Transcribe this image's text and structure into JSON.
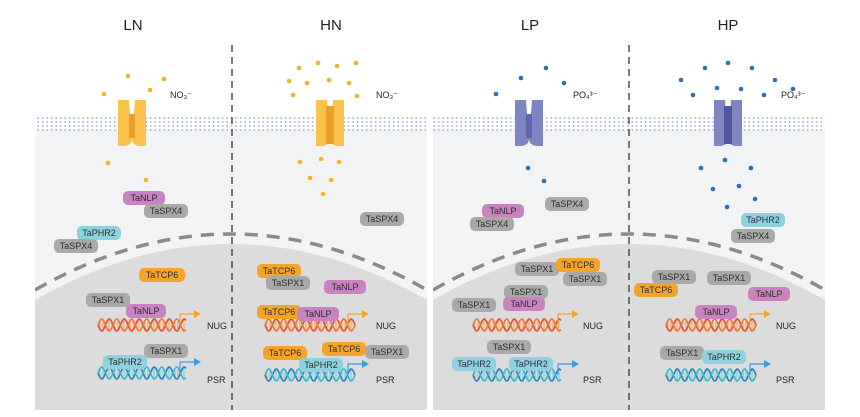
{
  "panels": [
    {
      "title": "LN",
      "ion": "NO₃⁻",
      "cyto": [
        {
          "label": "TaNLP",
          "kind": "NLP"
        },
        {
          "label": "TaSPX4",
          "kind": "SPX"
        },
        {
          "label": "TaPHR2",
          "kind": "PHR"
        },
        {
          "label": "TaSPX4",
          "kind": "SPX"
        }
      ],
      "nuc": [
        {
          "label": "TaTCP6",
          "kind": "TCP"
        },
        {
          "label": "TaSPX1",
          "kind": "SPX"
        },
        {
          "label": "TaNLP",
          "kind": "NLP"
        },
        {
          "label": "TaSPX1",
          "kind": "SPX"
        },
        {
          "label": "TaPHR2",
          "kind": "PHR"
        }
      ],
      "genes": [
        "NUG",
        "PSR"
      ]
    },
    {
      "title": "HN",
      "ion": "NO₃⁻",
      "cyto": [
        {
          "label": "TaSPX4",
          "kind": "SPX"
        }
      ],
      "nuc": [
        {
          "label": "TaTCP6",
          "kind": "TCP"
        },
        {
          "label": "TaSPX1",
          "kind": "SPX"
        },
        {
          "label": "TaNLP",
          "kind": "NLP"
        },
        {
          "label": "TaTCP6",
          "kind": "TCP"
        },
        {
          "label": "TaNLP",
          "kind": "NLP"
        },
        {
          "label": "TaTCP6",
          "kind": "TCP"
        },
        {
          "label": "TaTCP6",
          "kind": "TCP"
        },
        {
          "label": "TaSPX1",
          "kind": "SPX"
        },
        {
          "label": "TaPHR2",
          "kind": "PHR"
        }
      ],
      "genes": [
        "NUG",
        "PSR"
      ]
    },
    {
      "title": "LP",
      "ion": "PO₄³⁻",
      "cyto": [
        {
          "label": "TaNLP",
          "kind": "NLP"
        },
        {
          "label": "TaSPX4",
          "kind": "SPX"
        },
        {
          "label": "TaSPX4",
          "kind": "SPX"
        }
      ],
      "nuc": [
        {
          "label": "TaSPX1",
          "kind": "SPX"
        },
        {
          "label": "TaTCP6",
          "kind": "TCP"
        },
        {
          "label": "TaSPX1",
          "kind": "SPX"
        },
        {
          "label": "TaSPX1",
          "kind": "SPX"
        },
        {
          "label": "TaSPX1",
          "kind": "SPX"
        },
        {
          "label": "TaNLP",
          "kind": "NLP"
        },
        {
          "label": "TaSPX1",
          "kind": "SPX"
        },
        {
          "label": "TaPHR2",
          "kind": "PHR"
        },
        {
          "label": "TaPHR2",
          "kind": "PHR"
        }
      ],
      "genes": [
        "NUG",
        "PSR"
      ]
    },
    {
      "title": "HP",
      "ion": "PO₄³⁻",
      "cyto": [
        {
          "label": "TaPHR2",
          "kind": "PHR"
        },
        {
          "label": "TaSPX4",
          "kind": "SPX"
        }
      ],
      "nuc": [
        {
          "label": "TaSPX1",
          "kind": "SPX"
        },
        {
          "label": "TaTCP6",
          "kind": "TCP"
        },
        {
          "label": "TaSPX1",
          "kind": "SPX"
        },
        {
          "label": "TaNLP",
          "kind": "NLP"
        },
        {
          "label": "TaNLP",
          "kind": "NLP"
        },
        {
          "label": "TaSPX1",
          "kind": "SPX"
        },
        {
          "label": "TaPHR2",
          "kind": "PHR"
        }
      ],
      "genes": [
        "NUG",
        "PSR"
      ]
    }
  ],
  "colors": {
    "TCP": "#f4a42a",
    "NLP": "#c883c1",
    "SPX": "#a9a9a9",
    "PHR": "#8fd1df",
    "nitrate_ion": "#f5b128",
    "phosphate_ion": "#2a6fb3",
    "nitrate_transporter": "#f8c24d",
    "phosphate_transporter": "#7e86c2",
    "membrane_dots": "#a9b9e0",
    "cytoplasm": "#f2f3f4",
    "nucleus": "#dcdcdc",
    "nuclear_envelope": "#8a8a8a",
    "nug_dna_a": "#f07a2a",
    "nug_dna_b": "#e84a2a",
    "psr_dna_a": "#3ab9c9",
    "psr_dna_b": "#2c7dbf",
    "nug_arrow": "#f4a42a",
    "psr_arrow": "#3ba0dc"
  }
}
